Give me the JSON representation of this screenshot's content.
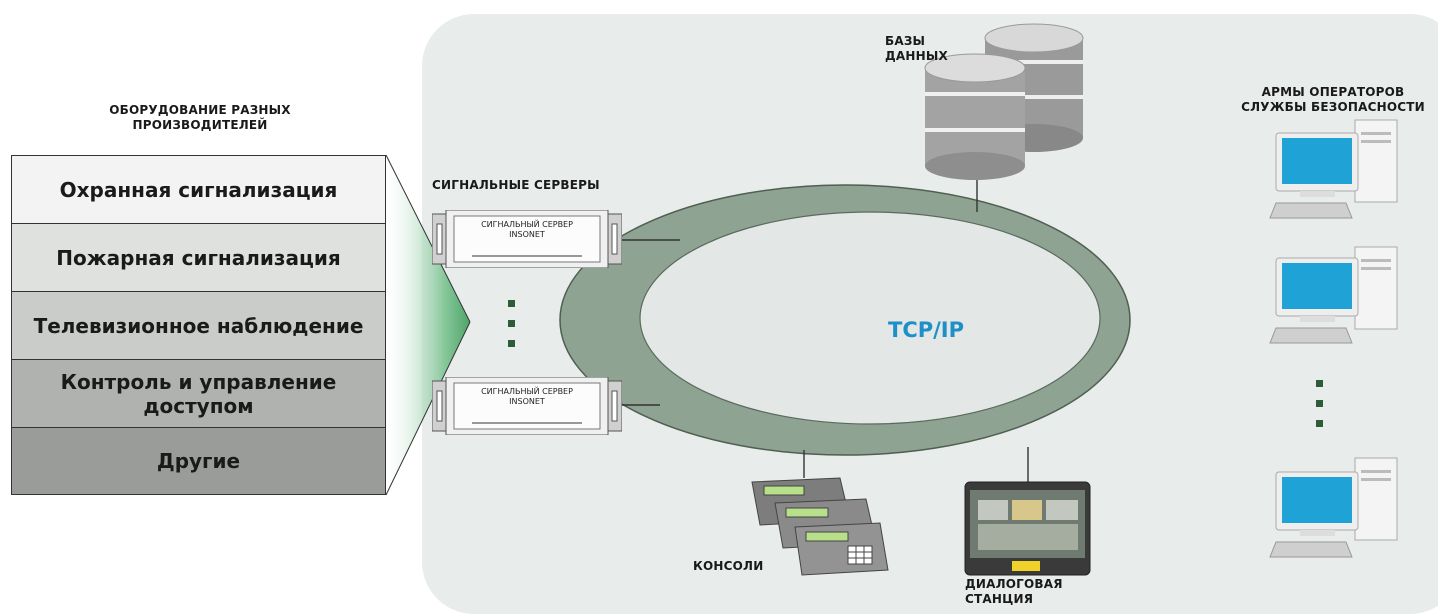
{
  "labels": {
    "equipment": "ОБОРУДОВАНИЕ РАЗНЫХ ПРОИЗВОДИТЕЛЕЙ",
    "signal_servers": "СИГНАЛЬНЫЕ СЕРВЕРЫ",
    "databases": "БАЗЫ ДАННЫХ",
    "operators": "АРМЫ ОПЕРАТОРОВ СЛУЖБЫ БЕЗОПАСНОСТИ",
    "network": "TCP/IP",
    "consoles": "КОНСОЛИ",
    "dialog_station": "ДИАЛОГОВАЯ СТАНЦИЯ"
  },
  "categories": [
    "Охранная сигнализация",
    "Пожарная сигнализация",
    "Телевизионное наблюдение",
    "Контроль и управление доступом",
    "Другие"
  ],
  "servers": [
    {
      "line1": "СИГНАЛЬНЫЙ СЕРВЕР",
      "line2": "INSONET"
    },
    {
      "line1": "СИГНАЛЬНЫЙ СЕРВЕР",
      "line2": "INSONET"
    }
  ],
  "colors": {
    "panel": "#e8ecea",
    "ring": "#8fa393",
    "ring_inner": "#e3e7e5",
    "accent": "#1e8fc8",
    "dots": "#2f5c38"
  }
}
